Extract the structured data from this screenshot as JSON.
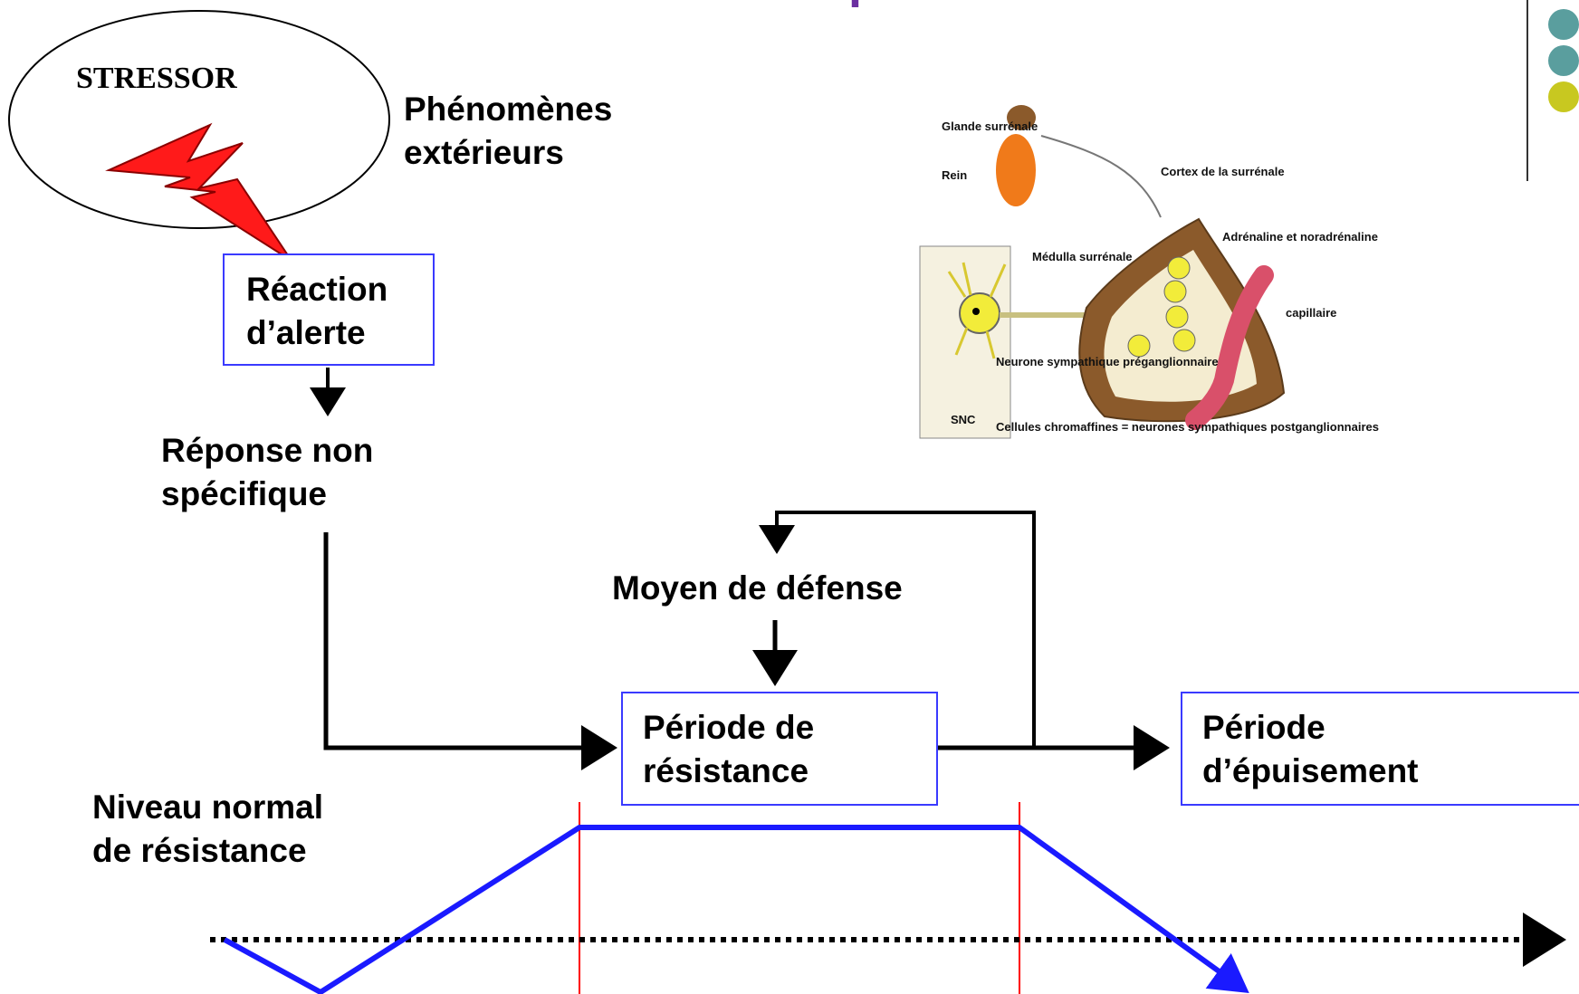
{
  "title": "De la réaction d'alarme à l'épuisement",
  "stressor": "STRESSOR",
  "external": {
    "line1": "Phénomènes",
    "line2": "extérieurs"
  },
  "alert_box": {
    "line1": "Réaction",
    "line2": "d’alerte"
  },
  "response": {
    "line1": "Réponse non",
    "line2": "spécifique"
  },
  "defense": "Moyen de défense",
  "resistance_box": {
    "line1": "Période de",
    "line2": "résistance"
  },
  "exhaustion_box": {
    "line1": "Période",
    "line2": "d’épuisement"
  },
  "normal_level": {
    "line1": "Niveau normal",
    "line2": "de résistance"
  },
  "illustration": {
    "gland": "Glande surrénale",
    "kidney": "Rein",
    "cortex": "Cortex de la surrénale",
    "hormones": "Adrénaline et noradrénaline",
    "medulla": "Médulla surrénale",
    "capillary": "capillaire",
    "neuron": "Neurone sympathique préganglionnaire",
    "snc": "SNC",
    "cells": "Cellules chromaffines = neurones sympathiques postganglionnaires"
  },
  "colors": {
    "accent_dots": [
      "#5a9e9e",
      "#5a9e9e",
      "#c8c820"
    ],
    "box_border": "#3a3aff",
    "curve": "#1a1aff",
    "marker": "#ff0000"
  }
}
